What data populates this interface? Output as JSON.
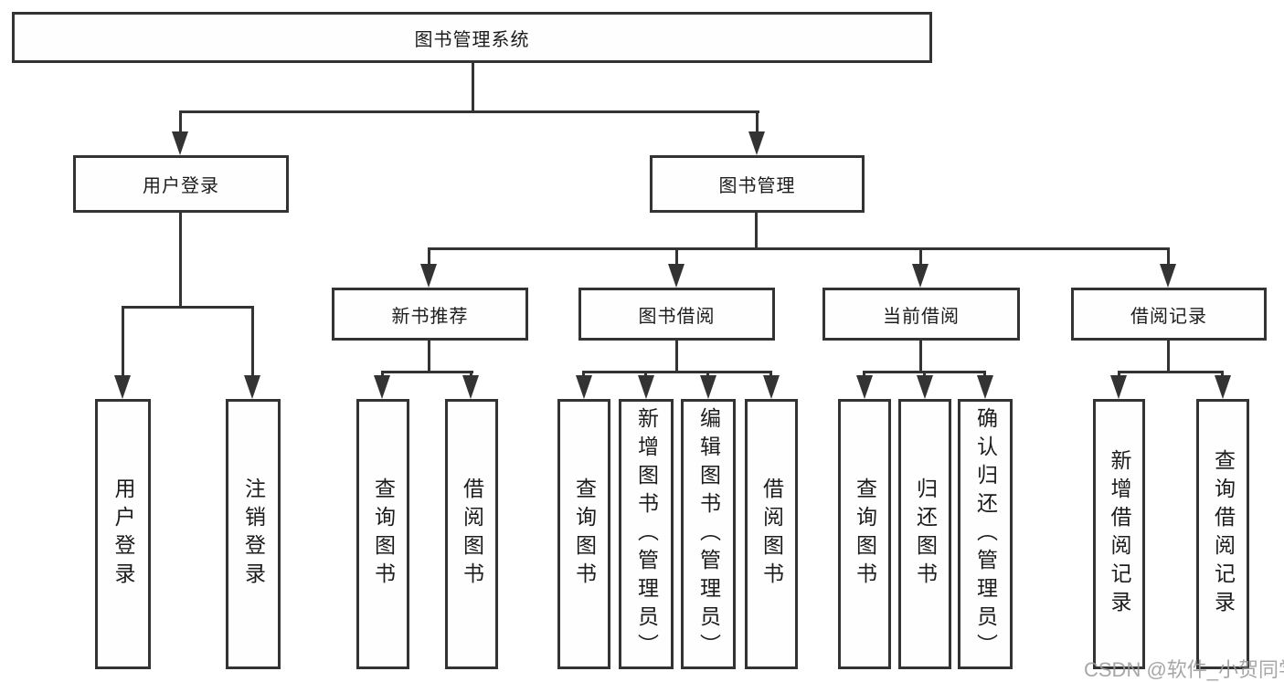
{
  "diagram": {
    "root": {
      "label": "图书管理系统"
    },
    "level2": [
      {
        "label": "用户登录",
        "children": [
          {
            "label": "用户登录"
          },
          {
            "label": "注销登录"
          }
        ]
      },
      {
        "label": "图书管理",
        "children": [
          {
            "label": "新书推荐",
            "children": [
              {
                "label": "查询图书"
              },
              {
                "label": "借阅图书"
              }
            ]
          },
          {
            "label": "图书借阅",
            "children": [
              {
                "label": "查询图书"
              },
              {
                "label": "新增图书（管理员）"
              },
              {
                "label": "编辑图书（管理员）"
              },
              {
                "label": "借阅图书"
              }
            ]
          },
          {
            "label": "当前借阅",
            "children": [
              {
                "label": "查询图书"
              },
              {
                "label": "归还图书"
              },
              {
                "label": "确认归还（管理员）"
              }
            ]
          },
          {
            "label": "借阅记录",
            "children": [
              {
                "label": "新增借阅记录"
              },
              {
                "label": "查询借阅记录"
              }
            ]
          }
        ]
      }
    ]
  },
  "watermark": {
    "text": "CSDN @软件_小贺同学"
  },
  "colors": {
    "line": "#333333",
    "box_background": "#ffffff",
    "text": "#1c1c1c",
    "watermark": "#9b9b9b"
  }
}
